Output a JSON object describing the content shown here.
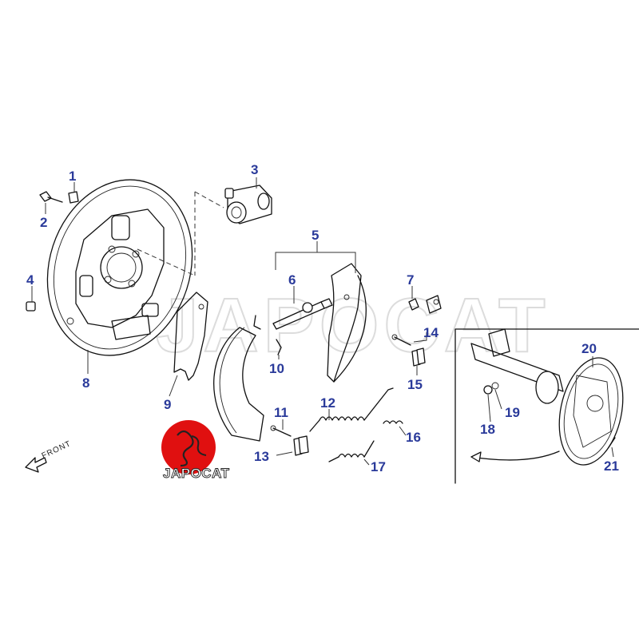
{
  "watermark": {
    "text": "JAPOCAT"
  },
  "logo": {
    "text": "JAPOCAT",
    "color": "#e01010"
  },
  "callouts": {
    "c1": "1",
    "c2": "2",
    "c3": "3",
    "c4": "4",
    "c5": "5",
    "c6": "6",
    "c7": "7",
    "c8": "8",
    "c9": "9",
    "c10": "10",
    "c11": "11",
    "c12": "12",
    "c13": "13",
    "c14": "14",
    "c15": "15",
    "c16": "16",
    "c17": "17",
    "c18": "18",
    "c19": "19",
    "c20": "20",
    "c21": "21"
  },
  "front_label": "FRONT",
  "colors": {
    "callout": "#2a3a9a",
    "line": "#111111",
    "watermark": "#dcdcdc"
  }
}
